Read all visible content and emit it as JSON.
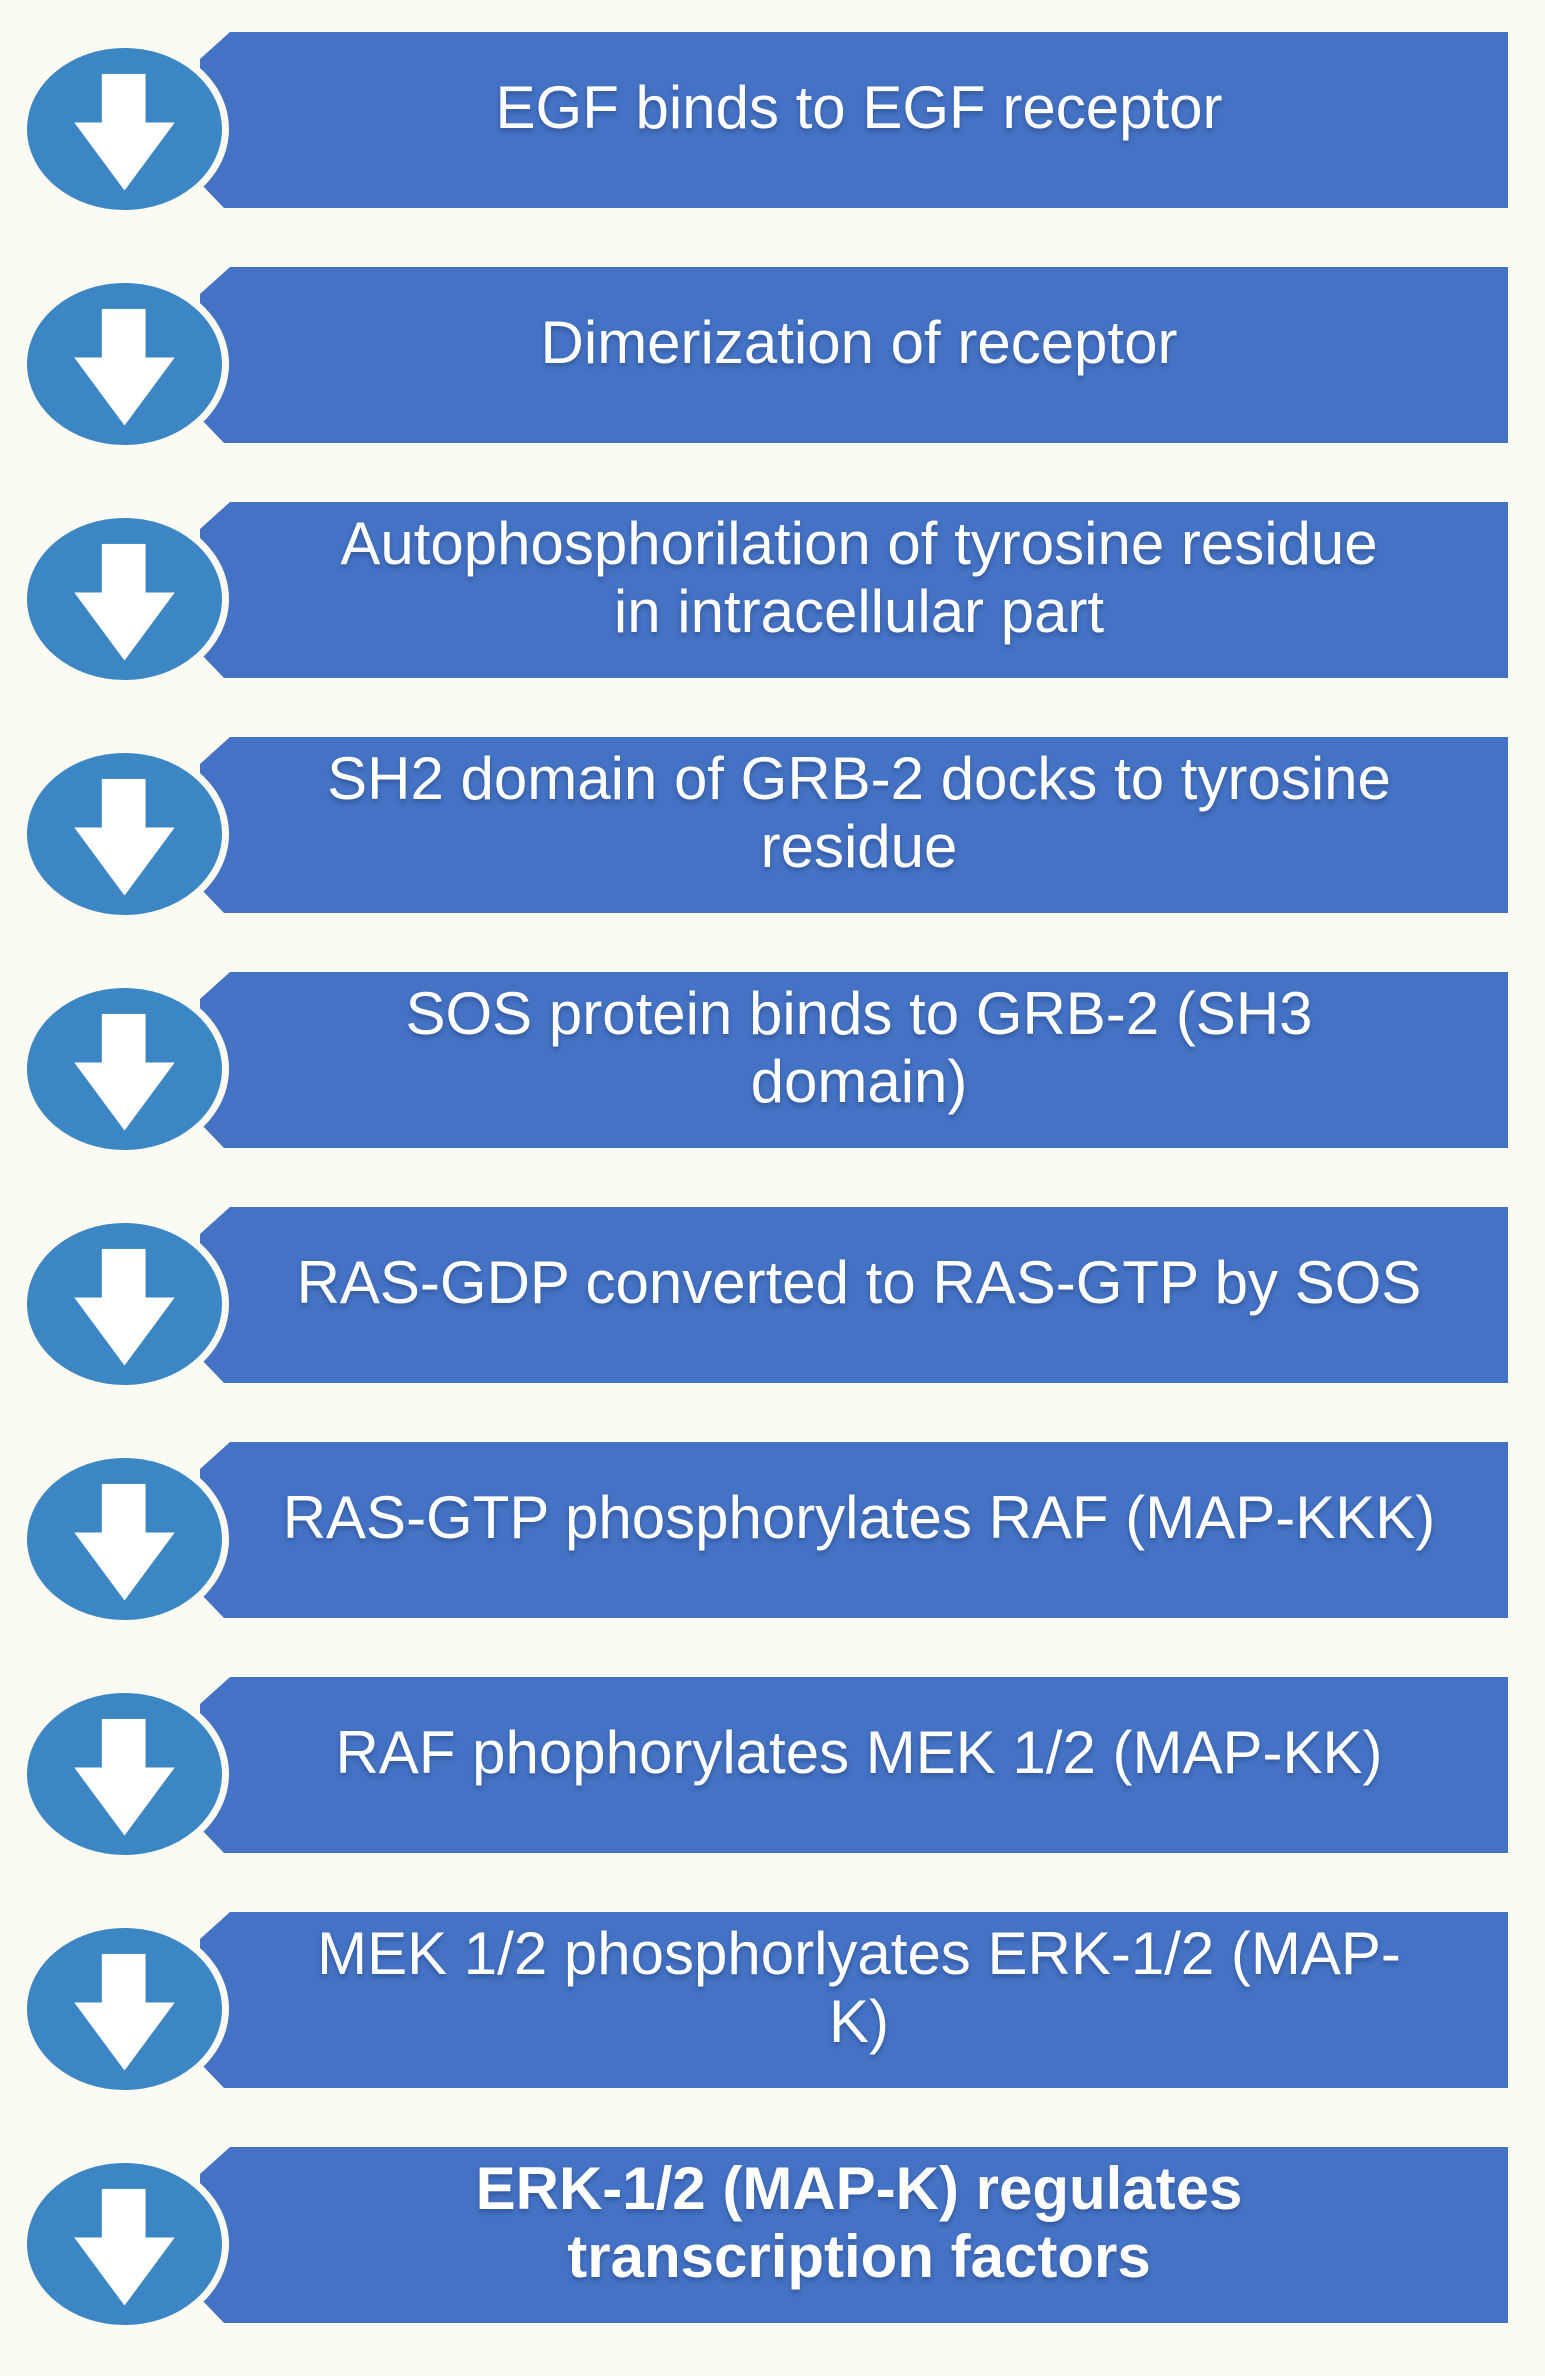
{
  "colors": {
    "banner_fill": "#4472C4",
    "badge_fill": "#3C86C4",
    "arrow": "#FFFFFF",
    "text": "#FFFFFF",
    "background": "#FBFBF4"
  },
  "icon": "down-arrow-icon",
  "steps": [
    {
      "label": "EGF binds to EGF receptor"
    },
    {
      "label": "Dimerization of receptor"
    },
    {
      "label": "Autophosphorilation of tyrosine residue\nin intracellular part"
    },
    {
      "label": "SH2 domain of GRB-2 docks to tyrosine\nresidue"
    },
    {
      "label": "SOS protein binds to GRB-2 (SH3\ndomain)"
    },
    {
      "label": "RAS-GDP converted to RAS-GTP by SOS"
    },
    {
      "label": "RAS-GTP phosphorylates RAF (MAP-KKK)"
    },
    {
      "label": "RAF phophorylates MEK 1/2 (MAP-KK)"
    },
    {
      "label": "MEK 1/2 phosphorlyates ERK-1/2 (MAP-\nK)"
    },
    {
      "label": "ERK-1/2 (MAP-K) regulates\ntranscription factors",
      "emphasis": true
    }
  ]
}
